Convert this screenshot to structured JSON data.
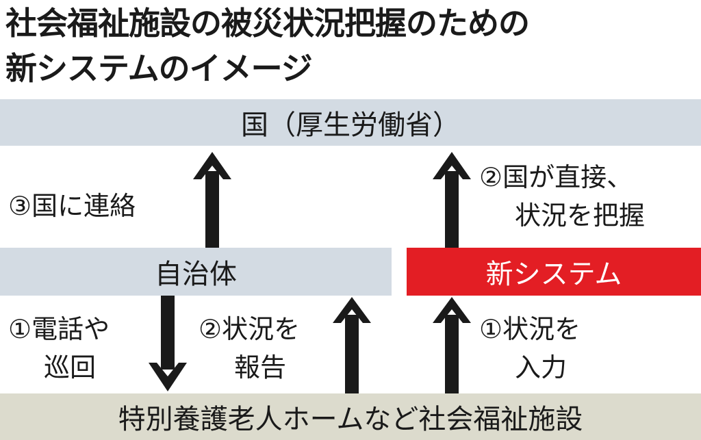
{
  "title": {
    "line1": "社会福祉施設の被災状況把握のための",
    "line2": "新システムのイメージ"
  },
  "boxes": {
    "national": "国（厚生労働省）",
    "municipality": "自治体",
    "new_system": "新システム",
    "facilities": "特別養護老人ホームなど社会福祉施設"
  },
  "labels": {
    "contact_nation": "③国に連絡",
    "direct_line1": "②国が直接、",
    "direct_line2": "状況を把握",
    "phone_line1": "①電話や",
    "phone_line2": "巡回",
    "report_line1": "②状況を",
    "report_line2": "報告",
    "input_line1": "①状況を",
    "input_line2": "入力"
  },
  "colors": {
    "national": "#d3dbe3",
    "municipality": "#d3dbe3",
    "new_system": "#e31e24",
    "facilities": "#dcdbcd"
  }
}
